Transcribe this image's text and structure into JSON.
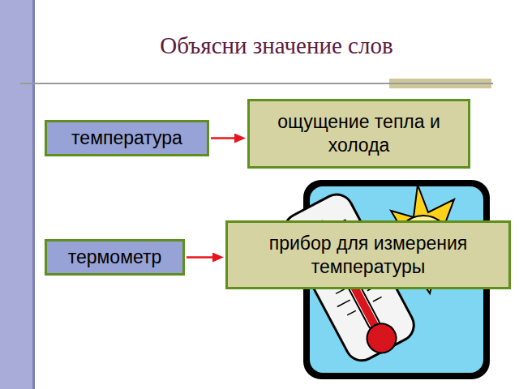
{
  "diagram": {
    "title": "Объясни значение слов",
    "nodes": [
      {
        "text": [
          "температура"
        ]
      },
      {
        "text": [
          "ощущение тепла и холода"
        ]
      },
      {
        "text": [
          "термометр"
        ]
      },
      {
        "text": [
          "прибор для измерения температуры"
        ]
      }
    ],
    "edges": [
      {
        "from": 0,
        "to": 1,
        "arrow": "to"
      },
      {
        "from": 2,
        "to": 3,
        "arrow": "to"
      }
    ]
  }
}
